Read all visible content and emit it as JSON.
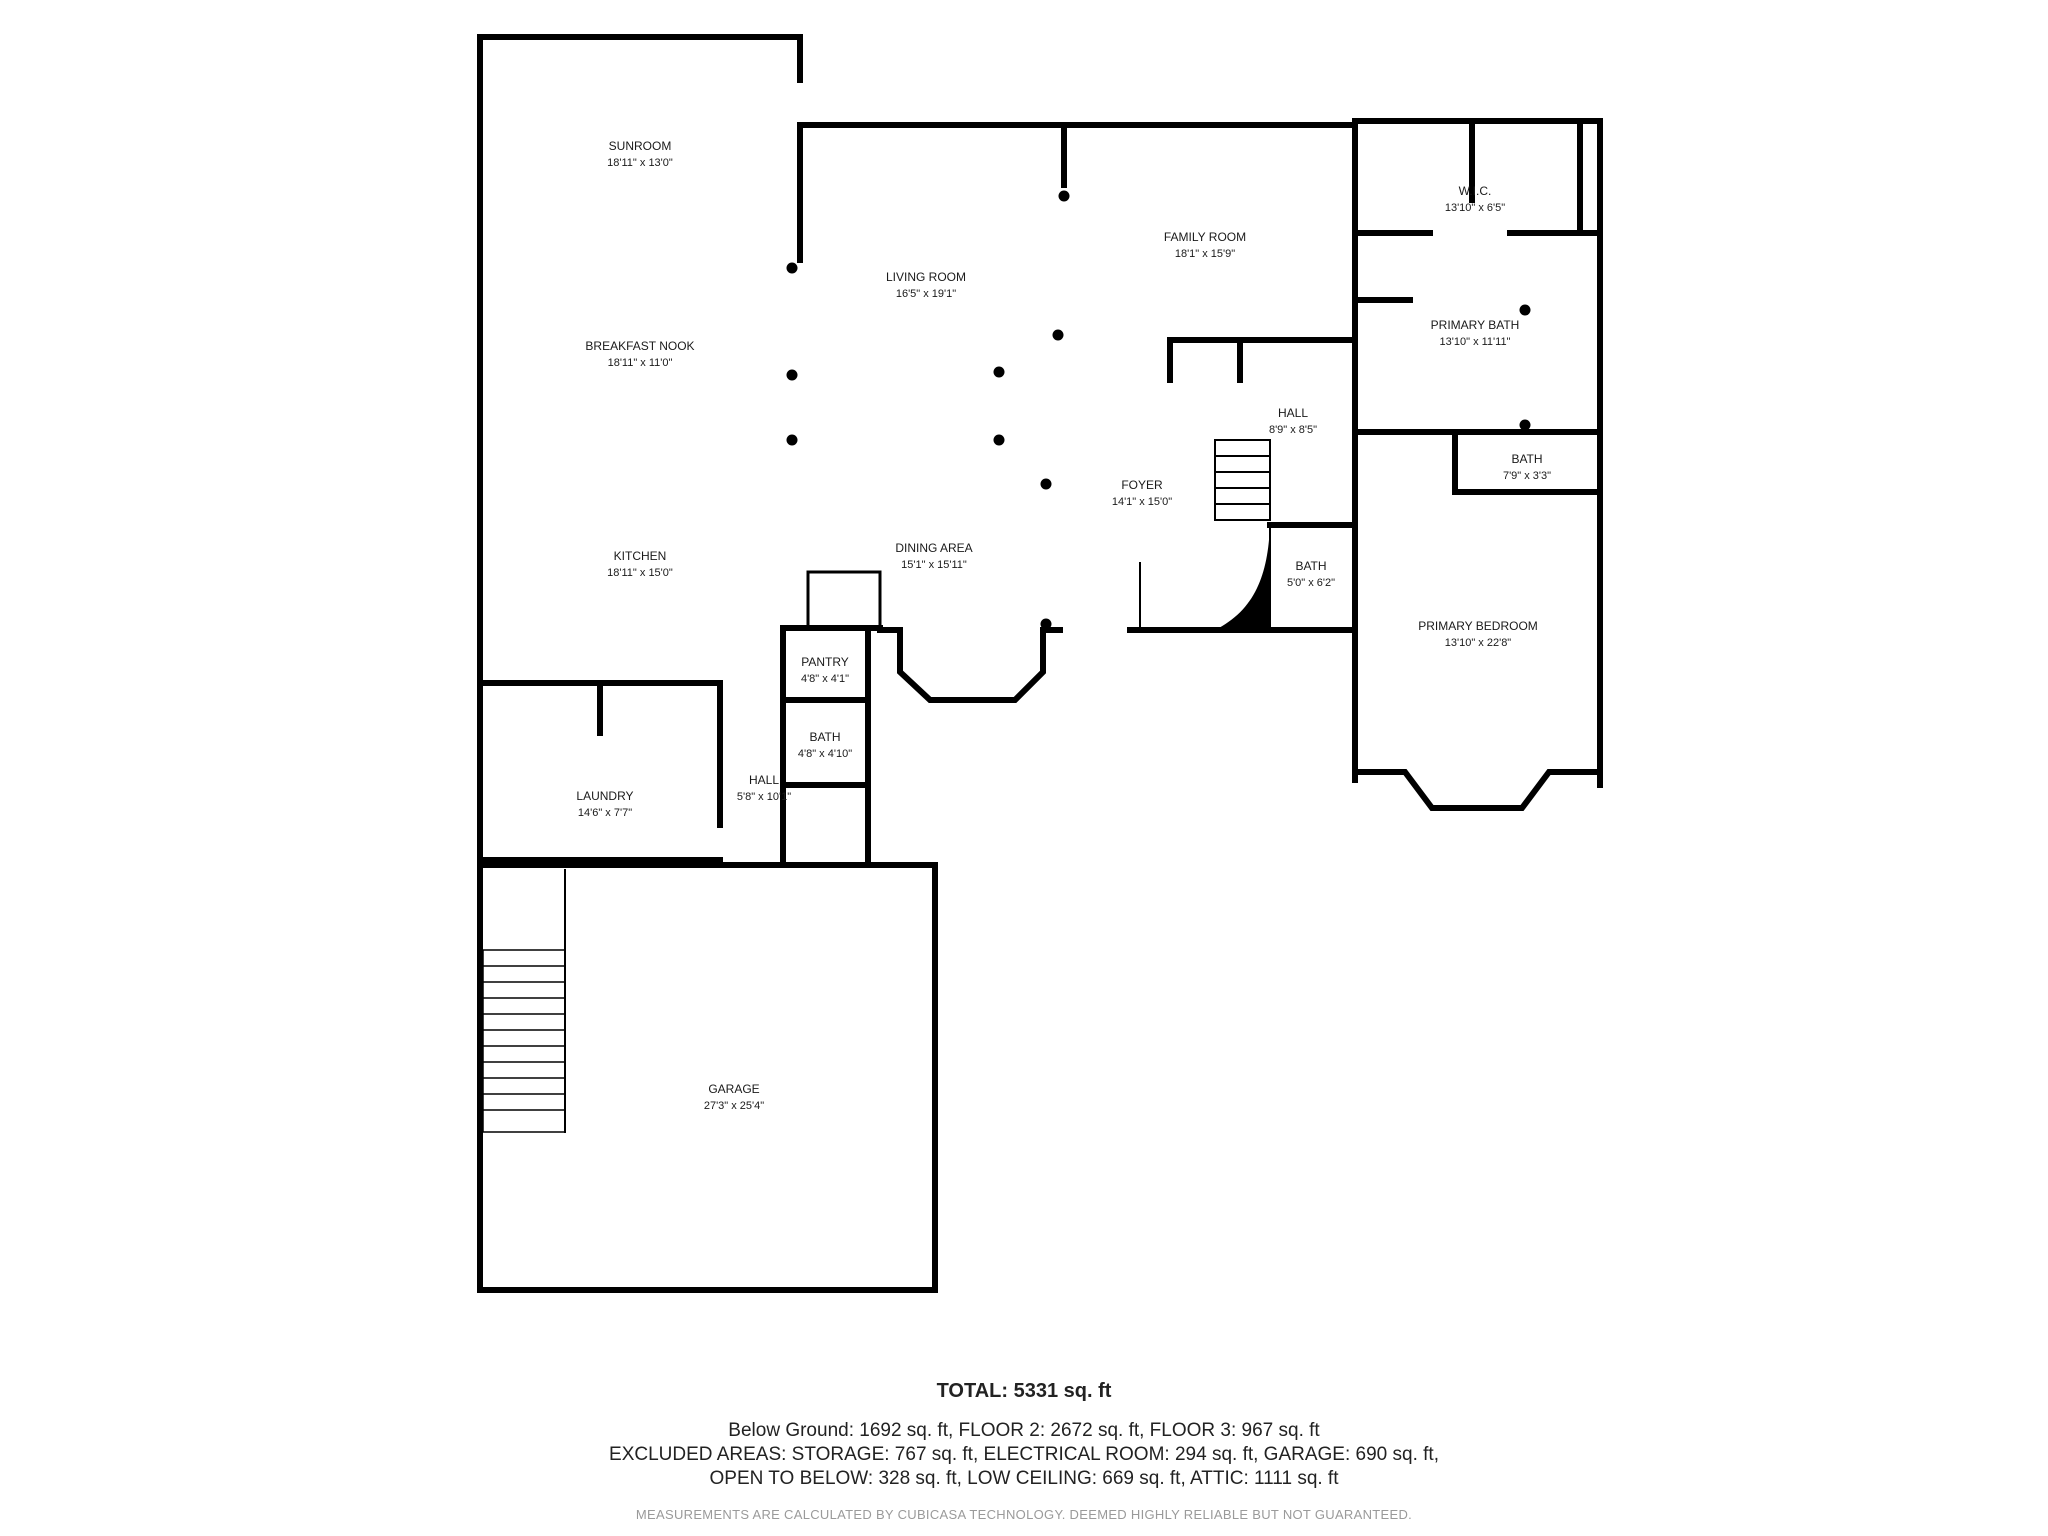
{
  "rooms": {
    "sunroom": {
      "name": "SUNROOM",
      "dims": "18'11\" x 13'0\""
    },
    "living_room": {
      "name": "LIVING ROOM",
      "dims": "16'5\" x 19'1\""
    },
    "family_room": {
      "name": "FAMILY ROOM",
      "dims": "18'1\" x 15'9\""
    },
    "wic": {
      "name": "W.I.C.",
      "dims": "13'10\" x 6'5\""
    },
    "primary_bath": {
      "name": "PRIMARY BATH",
      "dims": "13'10\" x 11'11\""
    },
    "breakfast_nook": {
      "name": "BREAKFAST NOOK",
      "dims": "18'11\" x 11'0\""
    },
    "hall_upper": {
      "name": "HALL",
      "dims": "8'9\" x 8'5\""
    },
    "bath_small": {
      "name": "BATH",
      "dims": "7'9\" x 3'3\""
    },
    "foyer": {
      "name": "FOYER",
      "dims": "14'1\" x 15'0\""
    },
    "kitchen": {
      "name": "KITCHEN",
      "dims": "18'11\" x 15'0\""
    },
    "dining_area": {
      "name": "DINING AREA",
      "dims": "15'1\" x 15'11\""
    },
    "bath_foyer": {
      "name": "BATH",
      "dims": "5'0\" x 6'2\""
    },
    "primary_bedroom": {
      "name": "PRIMARY BEDROOM",
      "dims": "13'10\" x 22'8\""
    },
    "pantry": {
      "name": "PANTRY",
      "dims": "4'8\" x 4'1\""
    },
    "bath_hall": {
      "name": "BATH",
      "dims": "4'8\" x 4'10\""
    },
    "laundry": {
      "name": "LAUNDRY",
      "dims": "14'6\" x 7'7\""
    },
    "hall_lower": {
      "name": "HALL",
      "dims": "5'8\" x 10'1\""
    },
    "garage": {
      "name": "GARAGE",
      "dims": "27'3\" x 25'4\""
    }
  },
  "summary": {
    "total": "TOTAL: 5331 sq. ft",
    "line1": "Below Ground: 1692 sq. ft, FLOOR 2: 2672 sq. ft, FLOOR 3: 967 sq. ft",
    "line2": "EXCLUDED AREAS: STORAGE: 767 sq. ft, ELECTRICAL ROOM: 294 sq. ft, GARAGE: 690 sq. ft,",
    "line3": "OPEN TO BELOW: 328 sq. ft, LOW CEILING: 669 sq. ft, ATTIC: 1111 sq. ft",
    "disclaimer": "MEASUREMENTS ARE CALCULATED BY CUBICASA TECHNOLOGY. DEEMED HIGHLY RELIABLE BUT NOT GUARANTEED."
  },
  "colors": {
    "wall": "#000000",
    "text": "#1a1a1a",
    "disclaimer": "#9a9a9a"
  }
}
